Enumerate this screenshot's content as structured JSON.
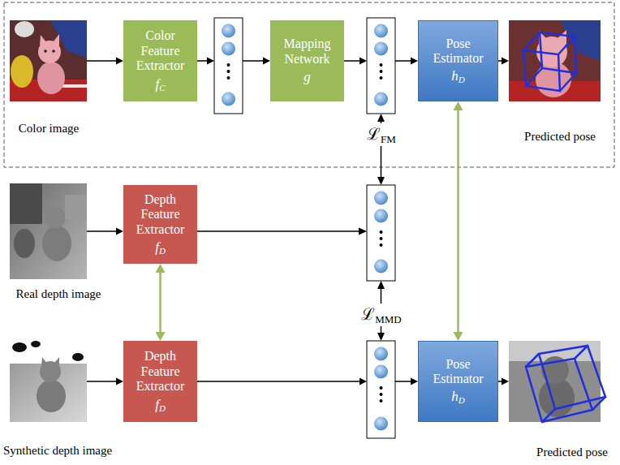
{
  "diagram": {
    "nodes": [
      {
        "text": [
          "Color image"
        ]
      },
      {
        "text": [
          "Color Feature Extractor",
          "fC"
        ]
      },
      {
        "text": [
          "Mapping Network",
          "g"
        ]
      },
      {
        "text": [
          "Pose Estimator",
          "hD"
        ]
      },
      {
        "text": [
          "Predicted pose"
        ]
      },
      {
        "text": [
          "Real depth image"
        ]
      },
      {
        "text": [
          "Depth Feature Extractor",
          "fD"
        ]
      },
      {
        "text": [
          "Synthetic depth image"
        ]
      },
      {
        "text": [
          "Depth Feature Extractor",
          "fD"
        ]
      },
      {
        "text": [
          "Pose Estimator",
          "hD"
        ]
      },
      {
        "text": [
          "Predicted pose"
        ]
      }
    ],
    "edges": [
      {
        "from": 0,
        "to": 1,
        "arrow": "to"
      },
      {
        "from": 1,
        "to": 2,
        "arrow": "to"
      },
      {
        "from": 2,
        "to": 3,
        "arrow": "to"
      },
      {
        "from": 3,
        "to": 4,
        "arrow": "to"
      },
      {
        "from": 5,
        "to": 6,
        "arrow": "to"
      },
      {
        "from": 7,
        "to": 8,
        "arrow": "to"
      },
      {
        "from": 8,
        "to": 9,
        "arrow": "to"
      },
      {
        "from": 9,
        "to": 10,
        "arrow": "to"
      },
      {
        "from": 6,
        "to": 8,
        "arrow": "both"
      },
      {
        "from": 3,
        "to": 9,
        "arrow": "both"
      }
    ],
    "labels": [
      "ℒFM",
      "ℒMMD"
    ]
  }
}
